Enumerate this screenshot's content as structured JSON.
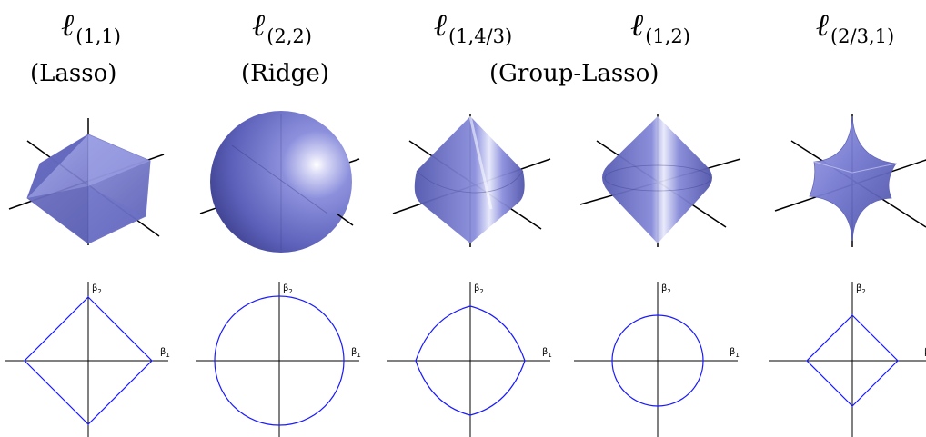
{
  "columns": [
    {
      "norm_symbol": "ℓ",
      "norm_subscript": "(1,1)",
      "method": "(Lasso)"
    },
    {
      "norm_symbol": "ℓ",
      "norm_subscript": "(2,2)",
      "method": "(Ridge)"
    },
    {
      "norm_symbol": "ℓ",
      "norm_subscript": "(1,4/3)",
      "method": ""
    },
    {
      "norm_symbol": "ℓ",
      "norm_subscript": "(1,2)",
      "method": ""
    },
    {
      "norm_symbol": "ℓ",
      "norm_subscript": "(2/3,1)",
      "method": ""
    }
  ],
  "group_method_label": "(Group-Lasso)",
  "axis_labels": {
    "x": "β",
    "x_sub": "1",
    "y": "β",
    "y_sub": "2"
  },
  "colors": {
    "surface": "#7b7fd6",
    "surface_dark": "#4f52a8",
    "surface_light": "#c9cbf2",
    "contour": "#1a1aff",
    "axis": "#000000"
  },
  "shapes_3d": [
    "octahedron",
    "sphere",
    "double-cone-rounded",
    "double-cone",
    "concave-star"
  ],
  "contours_2d": [
    "diamond",
    "circle",
    "rounded-diamond",
    "circle",
    "diamond"
  ]
}
